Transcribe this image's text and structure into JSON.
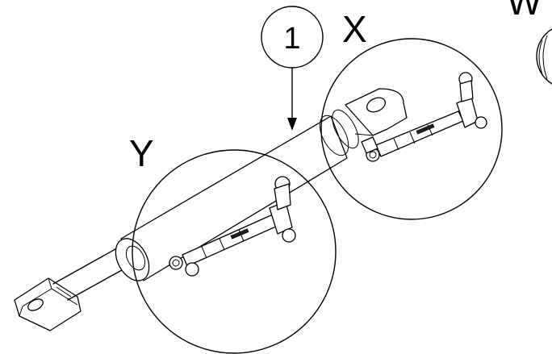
{
  "drawing": {
    "callouts": {
      "balloon_number": "1",
      "detail_x": "X",
      "detail_y": "Y",
      "detail_w": "W"
    }
  }
}
